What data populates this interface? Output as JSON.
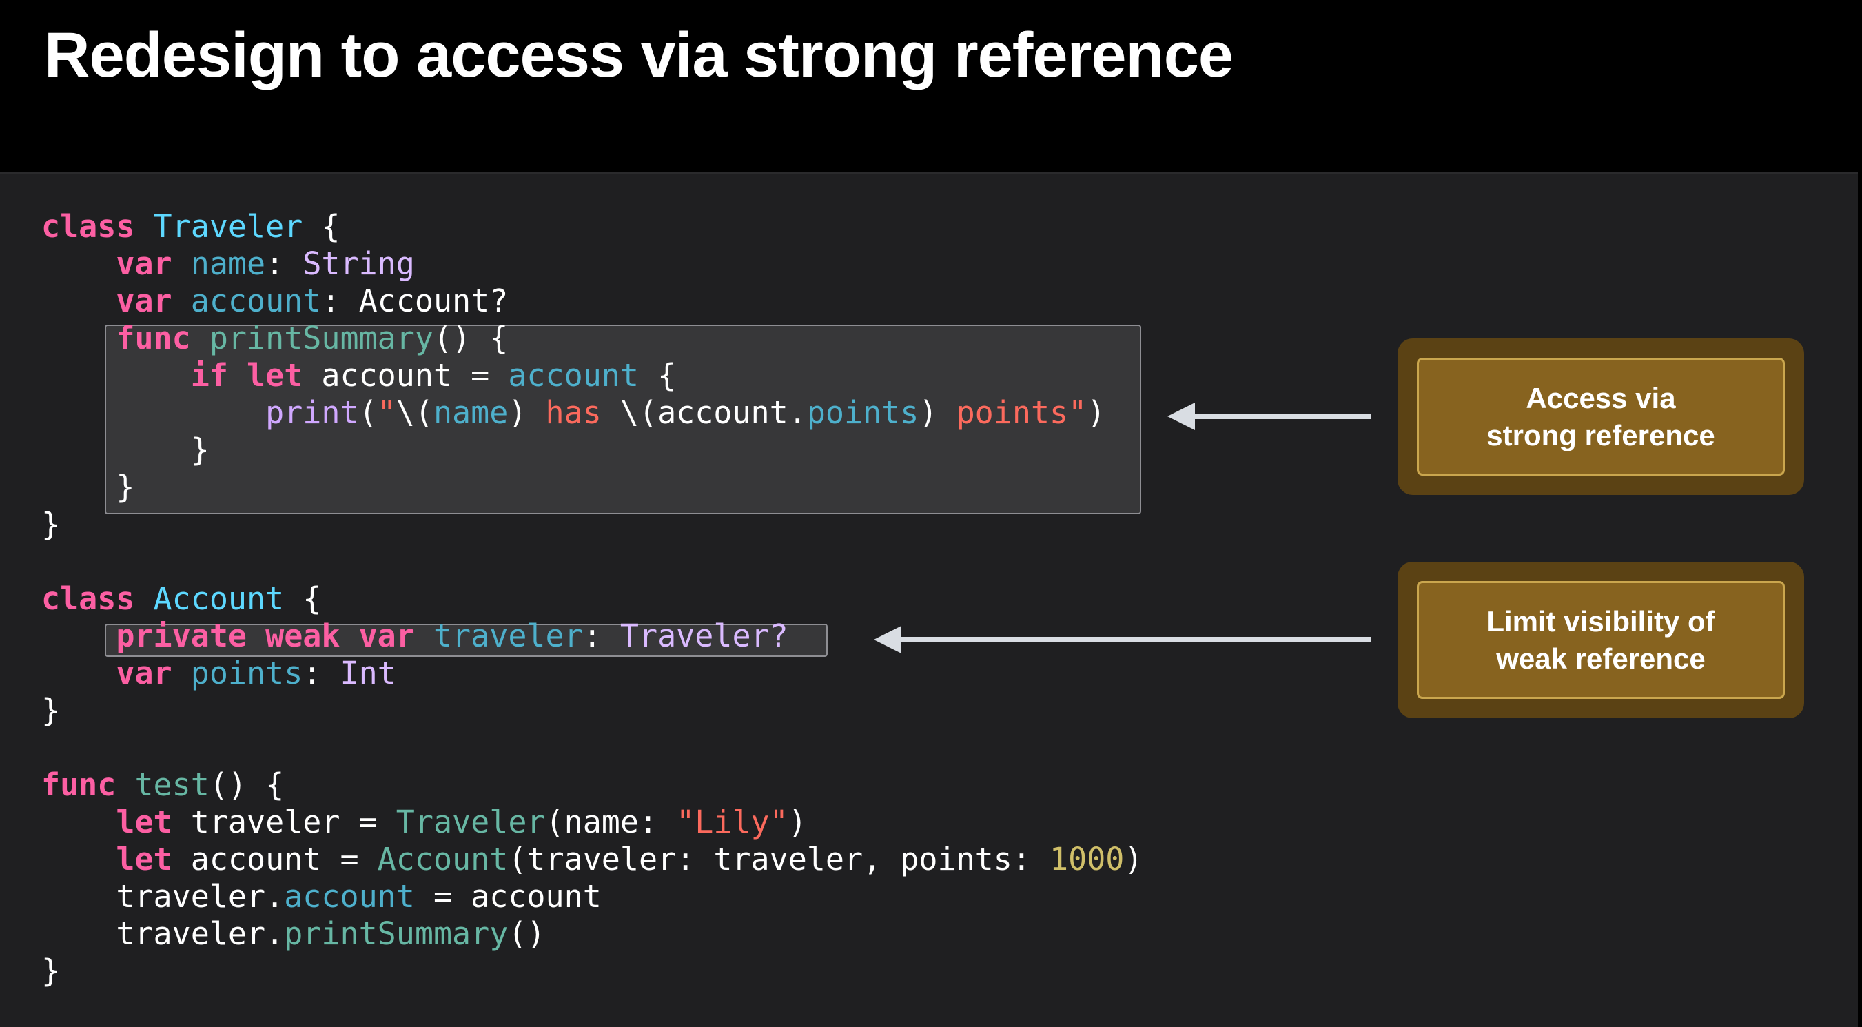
{
  "slide": {
    "title": "Redesign to access via strong reference"
  },
  "code_lines": [
    [
      [
        "kw",
        "class"
      ],
      [
        "",
        ""
      ],
      [
        "ty",
        " Traveler"
      ],
      [
        "",
        " {"
      ]
    ],
    [
      [
        "",
        "    "
      ],
      [
        "kw",
        "var"
      ],
      [
        "pr",
        " name"
      ],
      [
        "",
        ": "
      ],
      [
        "st",
        "String"
      ]
    ],
    [
      [
        "",
        "    "
      ],
      [
        "kw",
        "var"
      ],
      [
        "pr",
        " account"
      ],
      [
        "",
        ": Account?"
      ]
    ],
    [
      [
        "",
        "    "
      ],
      [
        "kw",
        "func"
      ],
      [
        "fn",
        " printSummary"
      ],
      [
        "",
        "() {"
      ]
    ],
    [
      [
        "",
        "        "
      ],
      [
        "kw",
        "if let"
      ],
      [
        "",
        " account = "
      ],
      [
        "pr",
        "account"
      ],
      [
        "",
        " {"
      ]
    ],
    [
      [
        "",
        "            "
      ],
      [
        "bi",
        "print"
      ],
      [
        "",
        "("
      ],
      [
        "str",
        "\""
      ],
      [
        "",
        "\\("
      ],
      [
        "pr",
        "name"
      ],
      [
        "",
        ")"
      ],
      [
        "str",
        " has "
      ],
      [
        "",
        "\\(account."
      ],
      [
        "pr",
        "points"
      ],
      [
        "",
        ")"
      ],
      [
        "str",
        " points\""
      ],
      [
        "",
        ")"
      ]
    ],
    [
      [
        "",
        "        }"
      ]
    ],
    [
      [
        "",
        "    }"
      ]
    ],
    [
      [
        "",
        "}"
      ]
    ],
    [
      [
        "",
        ""
      ]
    ],
    [
      [
        "kw",
        "class"
      ],
      [
        "ty",
        " Account"
      ],
      [
        "",
        " {"
      ]
    ],
    [
      [
        "",
        "    "
      ],
      [
        "kw",
        "private weak var"
      ],
      [
        "pr",
        " traveler"
      ],
      [
        "",
        ": "
      ],
      [
        "st",
        "Traveler?"
      ]
    ],
    [
      [
        "",
        "    "
      ],
      [
        "kw",
        "var"
      ],
      [
        "pr",
        " points"
      ],
      [
        "",
        ": "
      ],
      [
        "st",
        "Int"
      ]
    ],
    [
      [
        "",
        "}"
      ]
    ],
    [
      [
        "",
        ""
      ]
    ],
    [
      [
        "kw",
        "func"
      ],
      [
        "fn",
        " test"
      ],
      [
        "",
        "() {"
      ]
    ],
    [
      [
        "",
        "    "
      ],
      [
        "kw",
        "let"
      ],
      [
        "",
        " traveler = "
      ],
      [
        "fn",
        "Traveler"
      ],
      [
        "",
        "(name: "
      ],
      [
        "str",
        "\"Lily\""
      ],
      [
        "",
        ")"
      ]
    ],
    [
      [
        "",
        "    "
      ],
      [
        "kw",
        "let"
      ],
      [
        "",
        " account = "
      ],
      [
        "fn",
        "Account"
      ],
      [
        "",
        "(traveler: traveler, points: "
      ],
      [
        "num",
        "1000"
      ],
      [
        "",
        ")"
      ]
    ],
    [
      [
        "",
        "    traveler."
      ],
      [
        "pr",
        "account"
      ],
      [
        "",
        " = account"
      ]
    ],
    [
      [
        "",
        "    traveler."
      ],
      [
        "fn",
        "printSummary"
      ],
      [
        "",
        "()"
      ]
    ],
    [
      [
        "",
        "}"
      ]
    ]
  ],
  "callouts": {
    "strong": {
      "line1": "Access via",
      "line2": "strong reference"
    },
    "weak": {
      "line1": "Limit visibility of",
      "line2": "weak reference"
    }
  },
  "colors": {
    "keyword": "#fc5fa3",
    "type": "#5dd8ff",
    "property": "#4eb0cc",
    "string": "#fc6a5d",
    "number": "#d0bf69",
    "callout_fill": "#87631f",
    "callout_outer": "#5b4214"
  }
}
